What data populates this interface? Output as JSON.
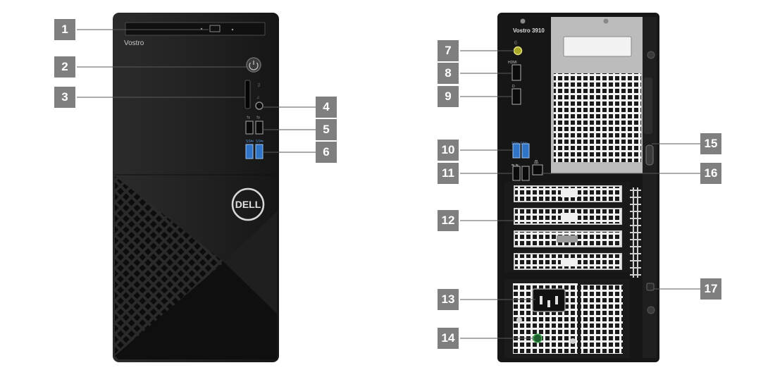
{
  "front": {
    "brand": "Vostro",
    "logo": "DELL"
  },
  "rear": {
    "model": "Vostro 3910"
  },
  "callouts": [
    "1",
    "2",
    "3",
    "4",
    "5",
    "6",
    "7",
    "8",
    "9",
    "10",
    "11",
    "12",
    "13",
    "14",
    "15",
    "16",
    "17"
  ],
  "colors": {
    "chassis": "#1b1b1b",
    "callout": "#7f7f7f",
    "usb3": "#2f74c6",
    "audio_jack": "#a8a827",
    "rear_panel": "#bcbcbc"
  },
  "icons": [
    "optical-drive-icon",
    "power-button-icon",
    "sd-card-slot-icon",
    "audio-jack-icon",
    "usb-2-port-icon",
    "usb-3-port-icon",
    "line-out-port-icon",
    "hdmi-port-icon",
    "displayport-icon",
    "ethernet-port-icon",
    "expansion-slot-icon",
    "power-connector-icon",
    "psu-diagnostic-light-icon",
    "security-slot-icon",
    "padlock-ring-icon",
    "dell-logo-icon"
  ]
}
